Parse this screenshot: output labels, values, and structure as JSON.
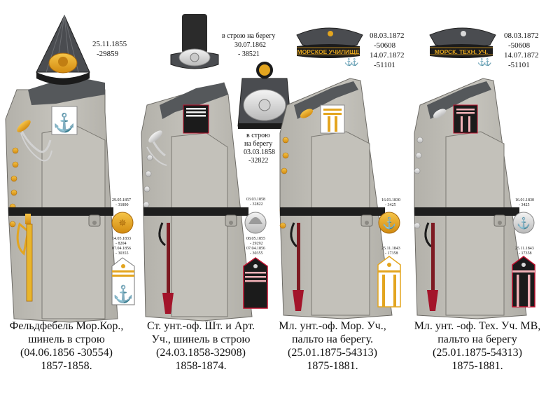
{
  "figures": [
    {
      "id": "fig1",
      "caption_lines": [
        "Фельдфебель Мор.Кор.,",
        "шинель в строю",
        "(04.06.1856 -30554)",
        "1857-1858."
      ],
      "cap_notes": [
        "25.11.1855",
        "-29859"
      ],
      "button_notes": [
        "29.05.1857",
        "- 31890",
        "14.05.1833",
        "- 8204",
        "07.04.1856",
        "- 30355"
      ],
      "colors": {
        "coat": "#bebcb5",
        "collar": "#56595c",
        "metal": "#e3a51f",
        "patch": "#ffffff"
      }
    },
    {
      "id": "fig2",
      "caption_lines": [
        "Ст. унт.-оф. Шт. и Арт.",
        "Уч., шинель в строю",
        "(24.03.1858-32908)",
        "1858-1874."
      ],
      "cap_notes": [
        "в строю на берегу",
        "30.07.1862",
        "- 38521"
      ],
      "cap2_notes": [
        "в строю",
        "на берегу",
        "03.03.1858",
        "-32822"
      ],
      "button_notes": [
        "03.03.1858",
        "- 32822",
        "08.05.1855",
        "- 29292",
        "07.04.1856",
        "- 30355"
      ],
      "colors": {
        "coat": "#bebcb5",
        "collar": "#56595c",
        "metal": "#d9d9d9",
        "patch": "#1b1b1b",
        "accent": "#c0102e"
      }
    },
    {
      "id": "fig3",
      "caption_lines": [
        "Мл. унт.-оф. Мор. Уч.,",
        "пальто на берегу.",
        "(25.01.1875-54313)",
        "1875-1881."
      ],
      "cap_notes": [
        "08.03.1872",
        "-50608",
        "14.07.1872",
        "-51101"
      ],
      "ribbon_text": "МОРСКОЕ УЧИЛИЩЕ",
      "button_notes": [
        "16.01.1830",
        "- 3425",
        "25.11.1843",
        "- 17358"
      ],
      "colors": {
        "coat": "#bebcb5",
        "collar": "#56595c",
        "metal": "#e3a51f",
        "patch": "#ffffff"
      }
    },
    {
      "id": "fig4",
      "caption_lines": [
        "Мл. унт. -оф. Тех. Уч. МВ,",
        "пальто на берегу",
        "(25.01.1875-54313)",
        "1875-1881."
      ],
      "cap_notes": [
        "08.03.1872",
        "-50608",
        "14.07.1872",
        "-51101"
      ],
      "ribbon_text": "МОРСК. ТЕХН. УЧ.",
      "button_notes": [
        "16.01.1830",
        "- 3425",
        "25.11.1843",
        "- 17358"
      ],
      "colors": {
        "coat": "#bebcb5",
        "collar": "#56595c",
        "metal": "#d9d9d9",
        "patch": "#1b1b1b",
        "accent": "#c0102e"
      }
    }
  ]
}
